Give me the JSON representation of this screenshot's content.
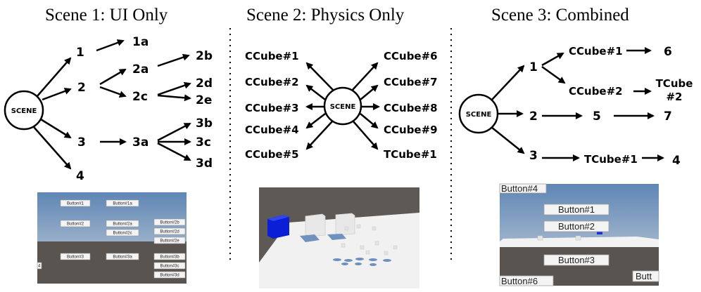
{
  "titles": {
    "scene1": "Scene 1: UI Only",
    "scene2": "Scene 2: Physics Only",
    "scene3": "Scene 3: Combined"
  },
  "scene_label": "SCENE",
  "scene1": {
    "l1": [
      "1",
      "2",
      "3",
      "4"
    ],
    "l2": [
      "1a",
      "2a",
      "2c",
      "3a"
    ],
    "l3": [
      "2b",
      "2d",
      "2e",
      "3b",
      "3c",
      "3d"
    ],
    "buttons": [
      "Button#1",
      "Button#1a",
      "Button#2",
      "Button#2a",
      "Button#2b",
      "Button#2c",
      "Button#2d",
      "Button#2e",
      "Button#3",
      "Button#3a",
      "Button#3b",
      "Button#3c",
      "Button#3d",
      "4"
    ]
  },
  "scene2": {
    "left": [
      "CCube#1",
      "CCube#2",
      "CCube#3",
      "CCube#4",
      "CCube#5"
    ],
    "right": [
      "CCube#6",
      "CCube#7",
      "CCube#8",
      "CCube#9",
      "TCube#1"
    ]
  },
  "scene3": {
    "n1": "1",
    "n2": "2",
    "n3": "3",
    "cc1": "CCube#1",
    "cc2": "CCube#2",
    "n6": "6",
    "tcube2a": "TCube",
    "tcube2b": "#2",
    "n5": "5",
    "n7": "7",
    "tc1": "TCube#1",
    "n4": "4",
    "buttons": [
      "Button#4",
      "Button#1",
      "Button#2",
      "Button#3",
      "Button#6",
      "Butt"
    ]
  },
  "colors": {
    "sky_top": "#5f86b5",
    "sky_bottom": "#c6cfd8",
    "ground": "#5a5450",
    "plane": "#f2f2f2",
    "cube_blue": "#0a1fd6",
    "pad_blue": "#6f8fc0"
  }
}
